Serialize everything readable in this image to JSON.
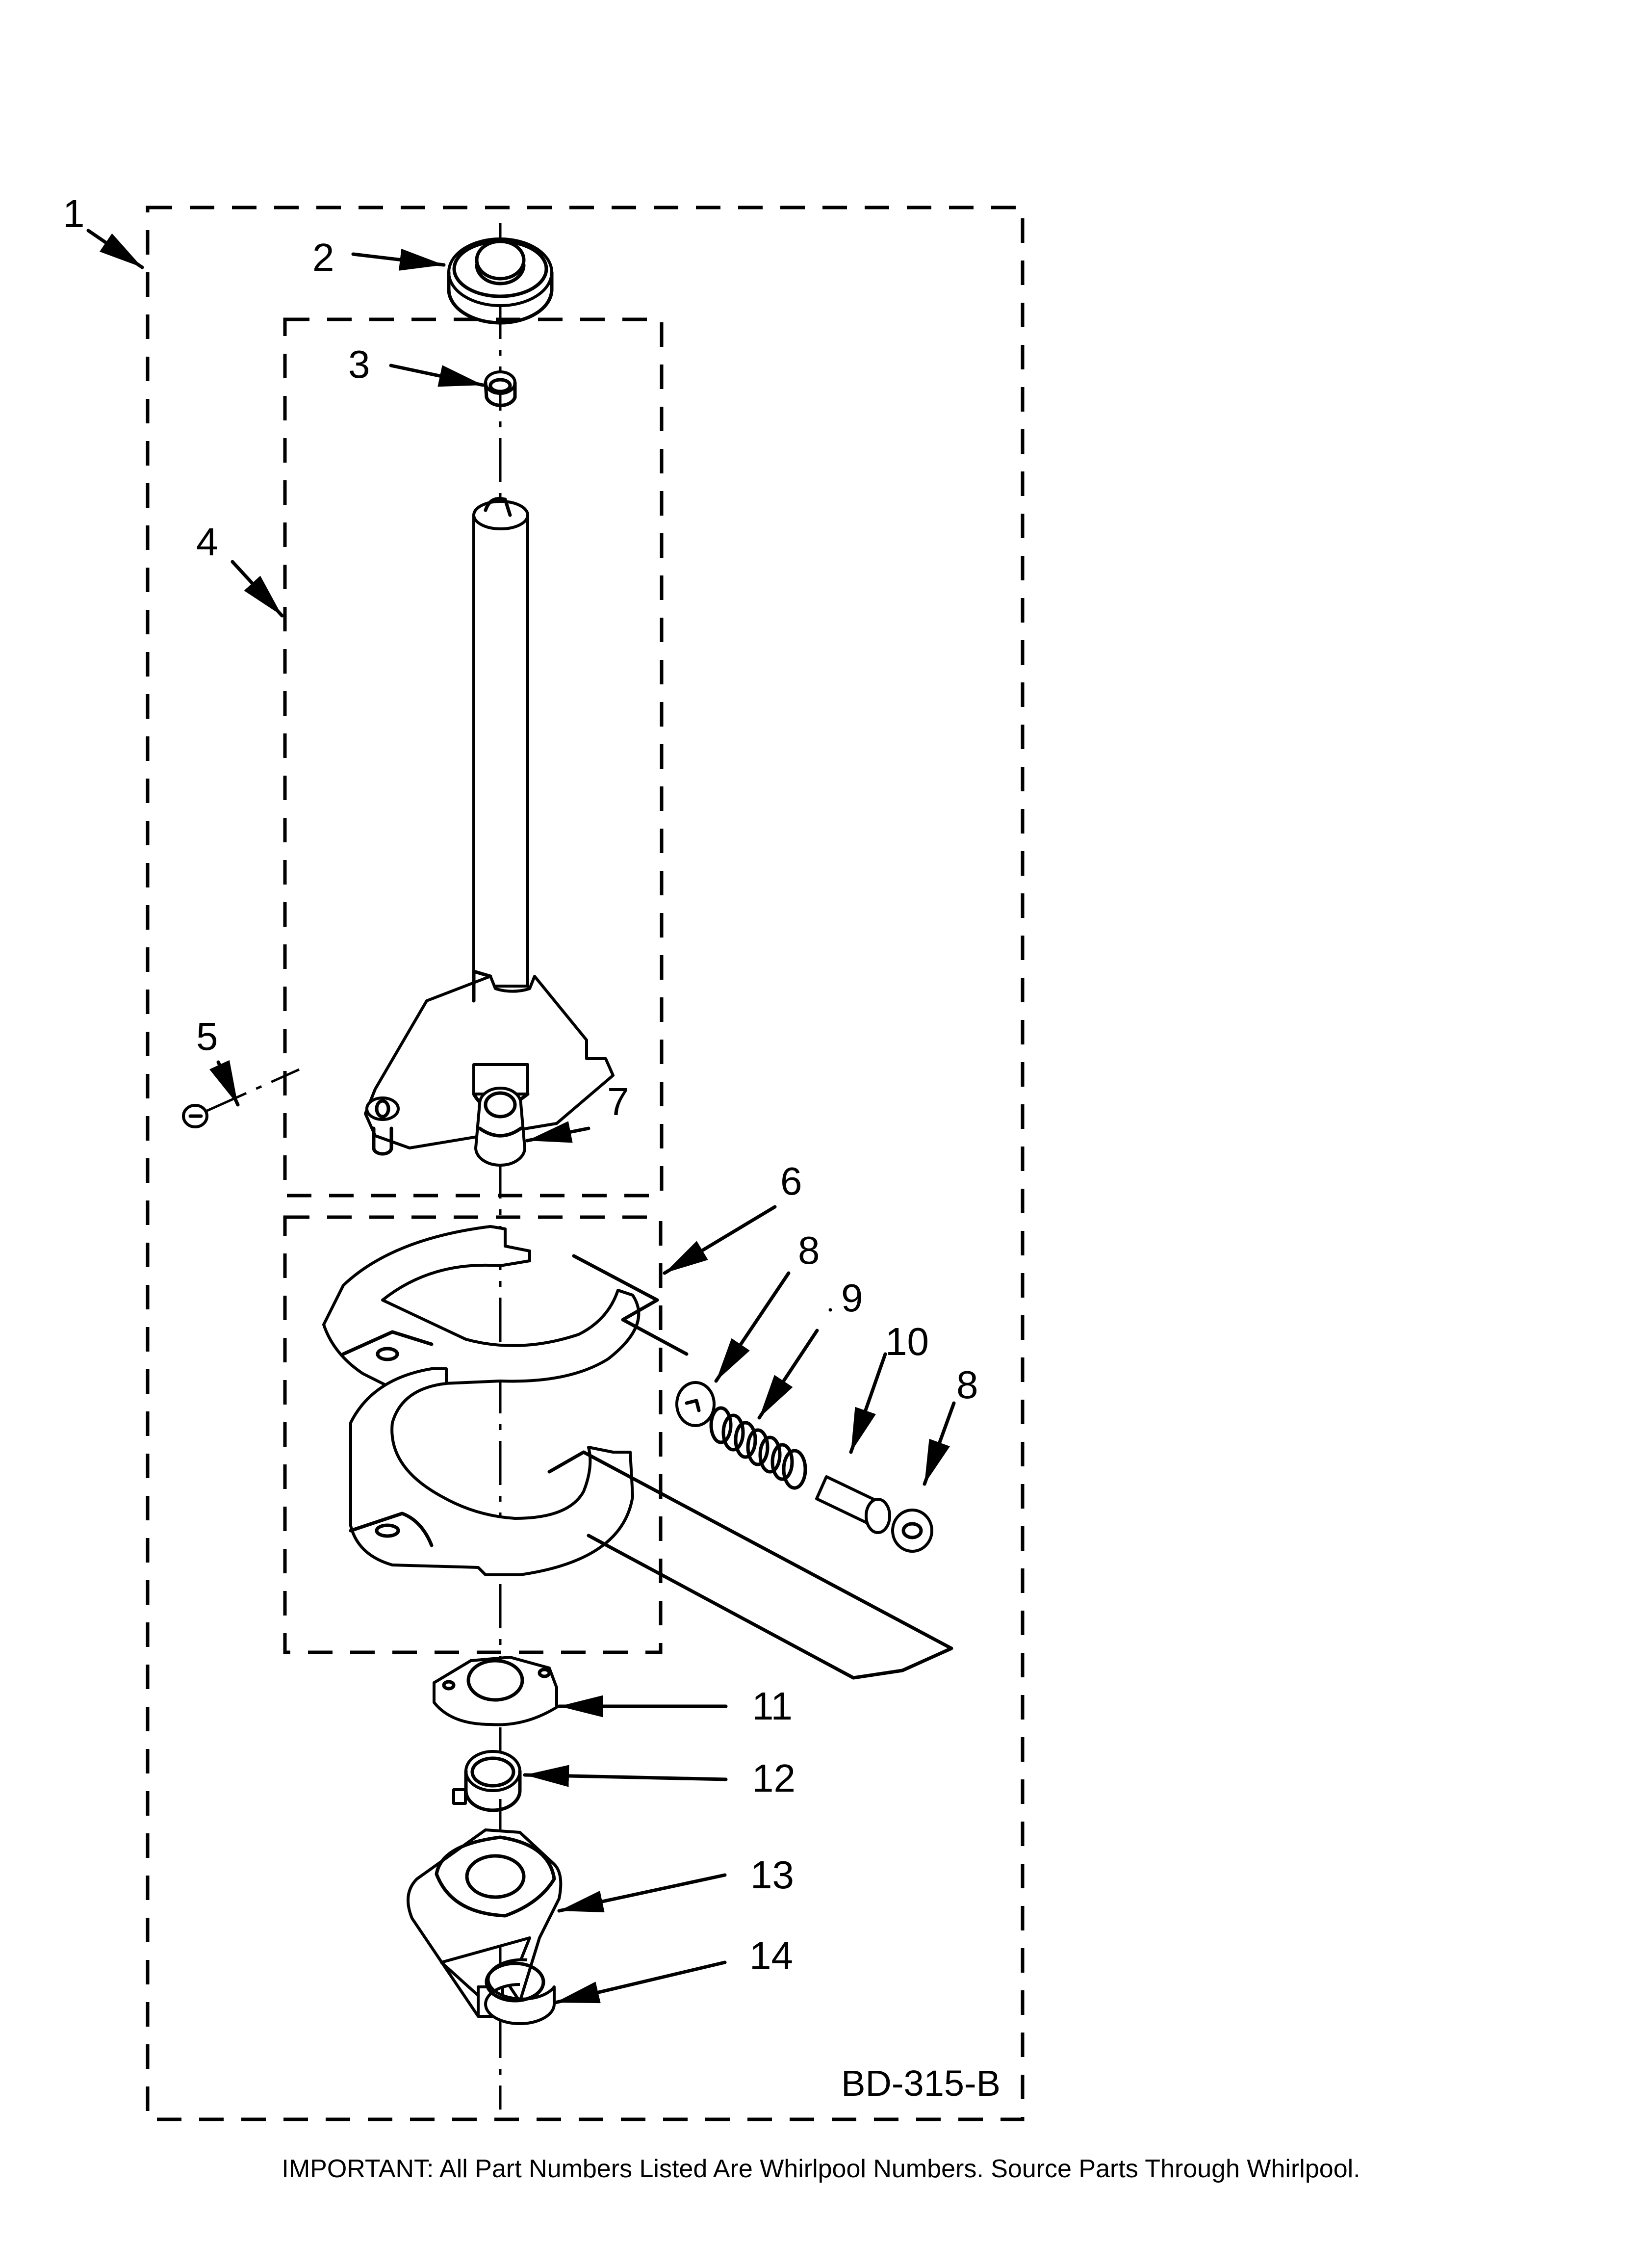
{
  "diagram": {
    "title_code": "BD-315-B",
    "footer_note": "IMPORTANT: All Part Numbers Listed Are Whirlpool Numbers. Source Parts Through Whirlpool.",
    "colors": {
      "line": "#000000",
      "background": "#ffffff"
    },
    "callouts": [
      {
        "id": "1",
        "label": "1",
        "part": "brake-and-clutch-assembly-outline"
      },
      {
        "id": "2",
        "label": "2",
        "part": "seal-ring"
      },
      {
        "id": "3",
        "label": "3",
        "part": "bearing-bushing"
      },
      {
        "id": "4",
        "label": "4",
        "part": "shaft-and-cam-assembly"
      },
      {
        "id": "5",
        "label": "5",
        "part": "e-ring-retainer"
      },
      {
        "id": "6",
        "label": "6",
        "part": "brake-shoe-assembly"
      },
      {
        "id": "7",
        "label": "7",
        "part": "bushing"
      },
      {
        "id": "8a",
        "label": "8",
        "part": "washer"
      },
      {
        "id": "9",
        "label": "9",
        "part": "spring"
      },
      {
        "id": "10",
        "label": "10",
        "part": "pin"
      },
      {
        "id": "8b",
        "label": "8",
        "part": "washer"
      },
      {
        "id": "11",
        "label": "11",
        "part": "cam-plate"
      },
      {
        "id": "12",
        "label": "12",
        "part": "brake-cam-ring"
      },
      {
        "id": "13",
        "label": "13",
        "part": "drive-lever-arm"
      },
      {
        "id": "14",
        "label": "14",
        "part": "retaining-ring"
      }
    ]
  }
}
